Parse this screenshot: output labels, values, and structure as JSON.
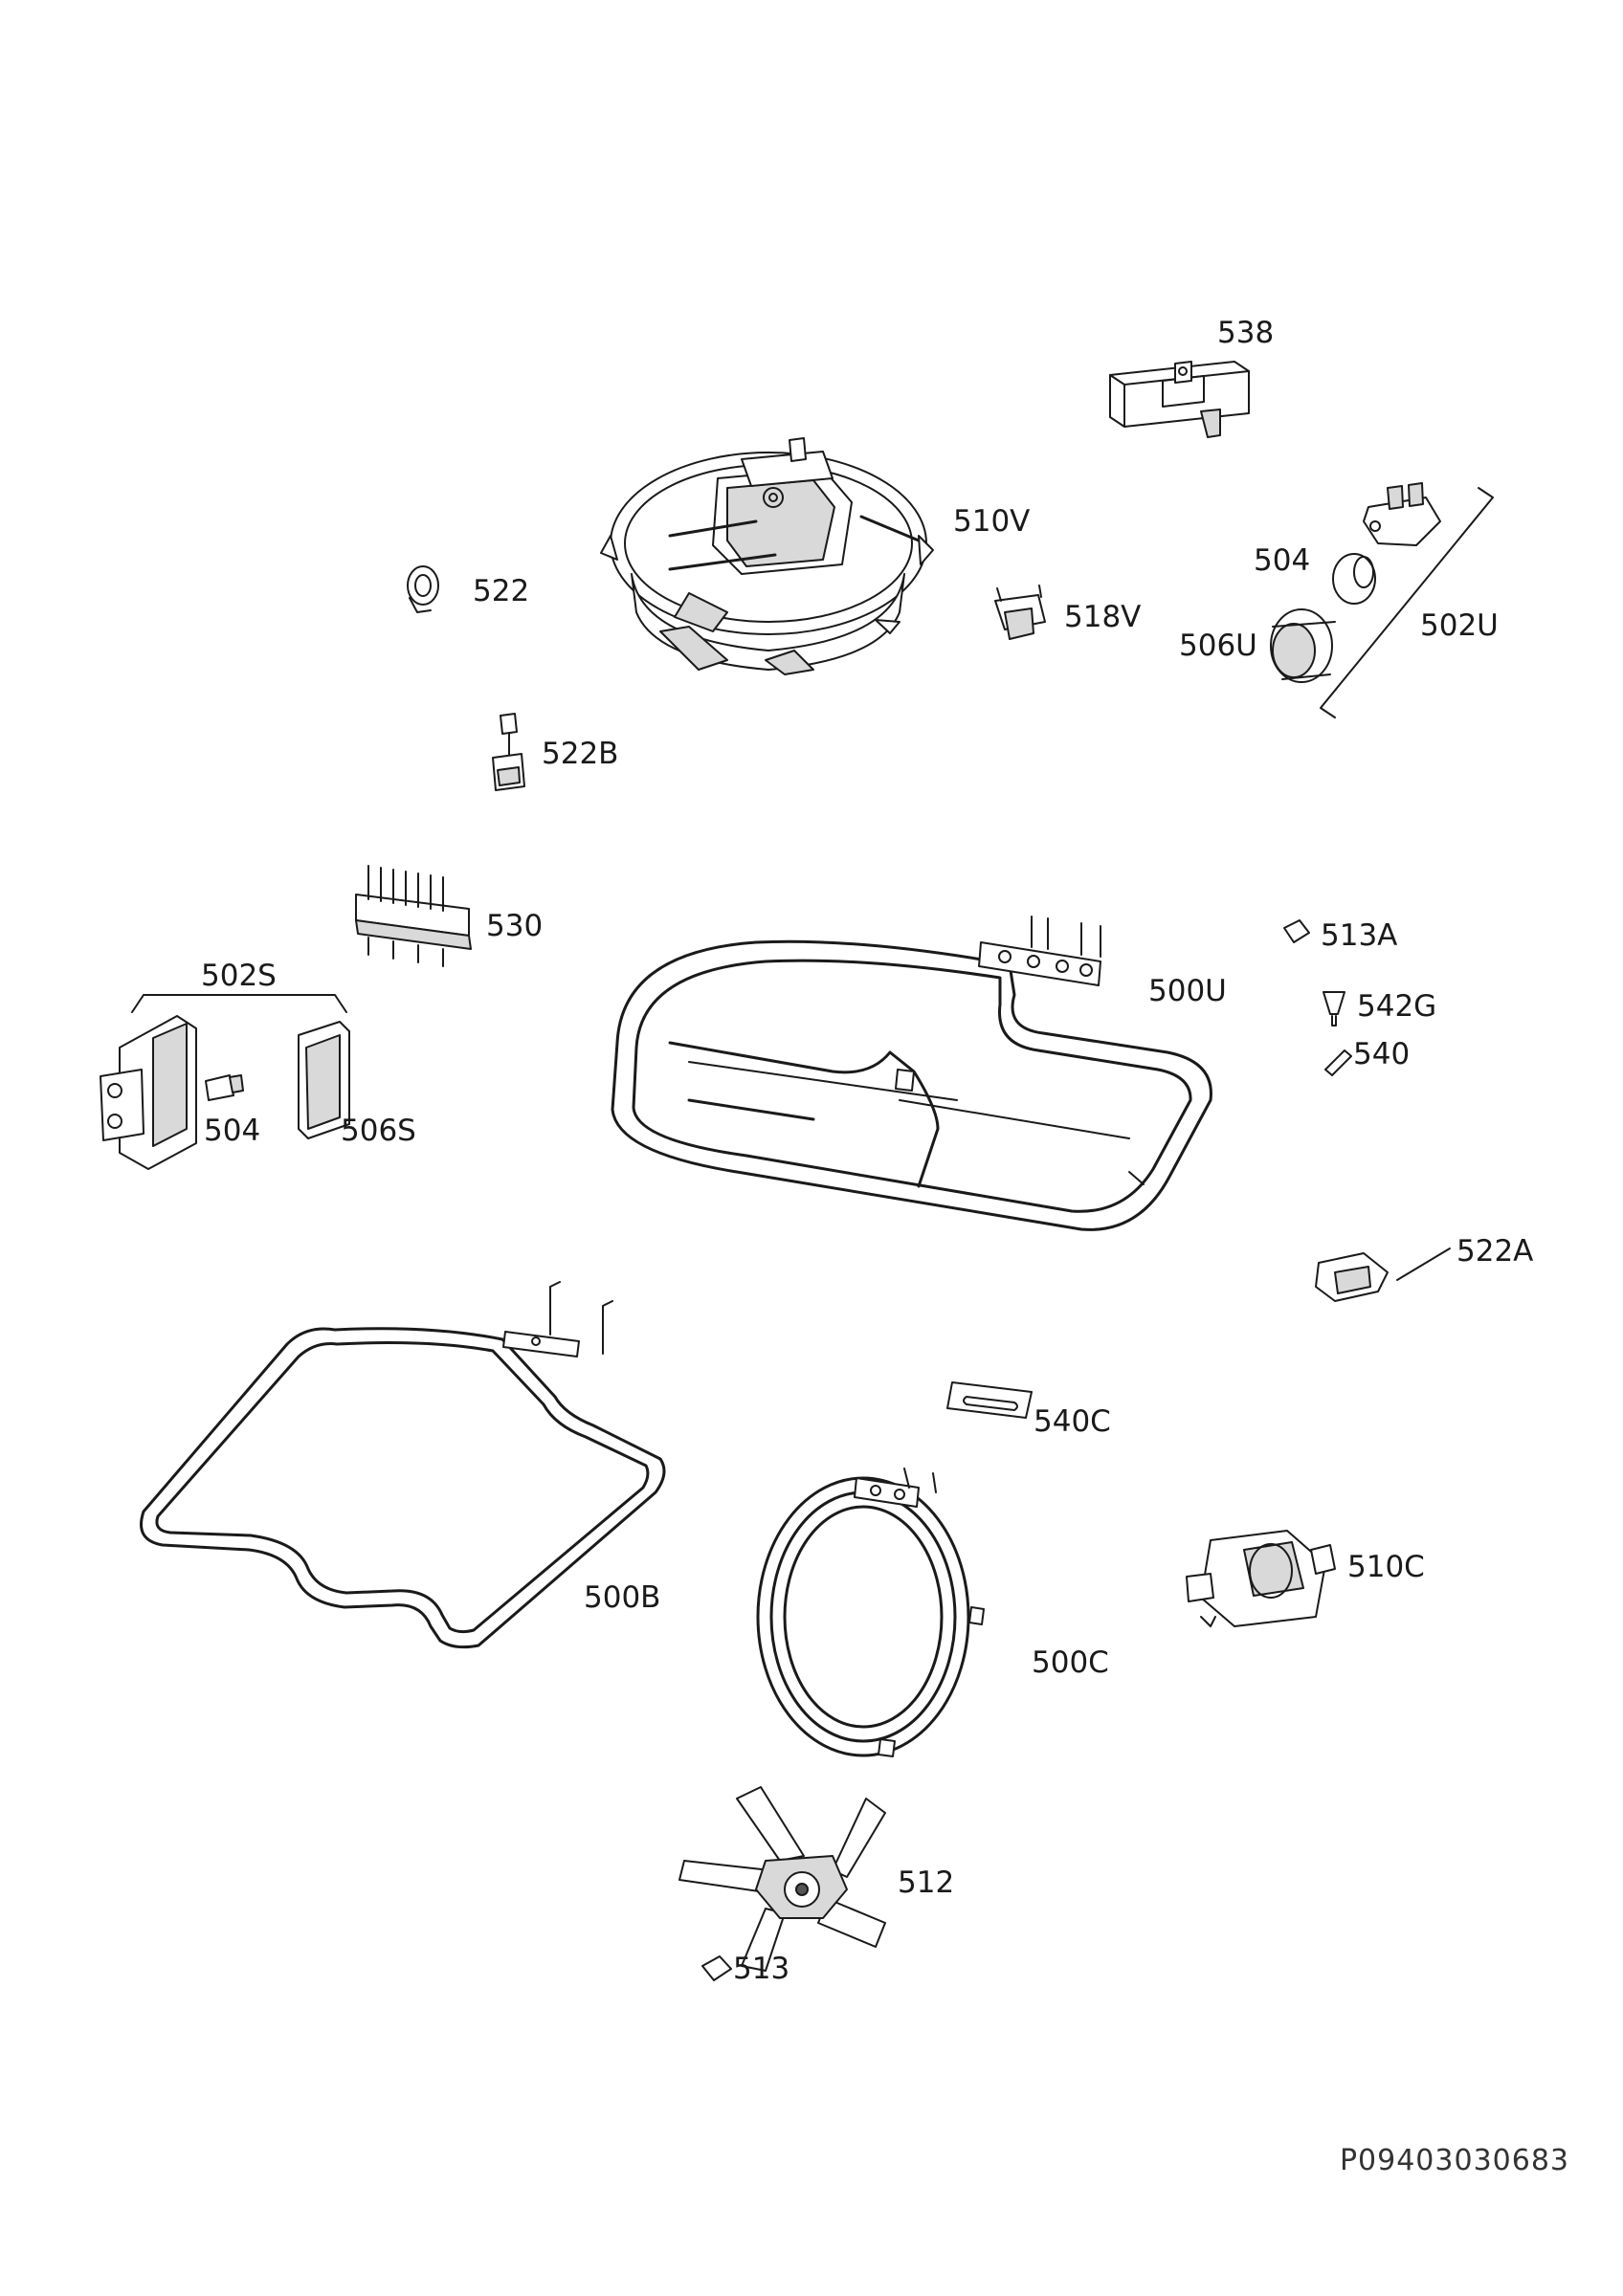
{
  "labels": {
    "p538": "538",
    "p510V": "510V",
    "p522": "522",
    "p504_top": "504",
    "p518V": "518V",
    "p502U": "502U",
    "p506U": "506U",
    "p522B": "522B",
    "p530": "530",
    "p513A": "513A",
    "p502S": "502S",
    "p500U": "500U",
    "p542G": "542G",
    "p540": "540",
    "p504_left": "504",
    "p506S": "506S",
    "p522A": "522A",
    "p540C": "540C",
    "p510C": "510C",
    "p500B": "500B",
    "p500C": "500C",
    "p512": "512",
    "p513": "513"
  },
  "drawing_code": "P09403030683"
}
